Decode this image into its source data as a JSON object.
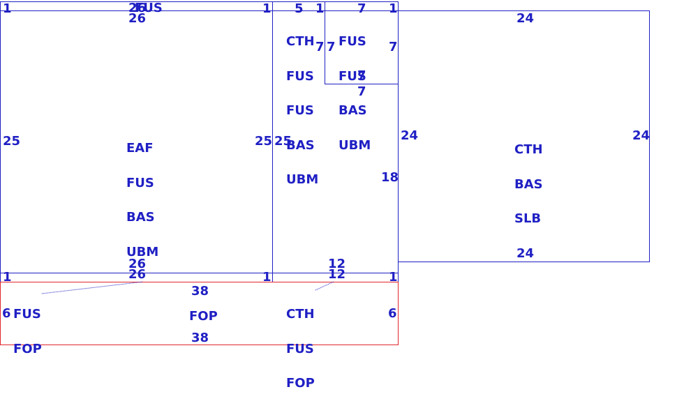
{
  "panels": {
    "large_left": {
      "labels": [
        "EAF",
        "FUS",
        "BAS",
        "UBM"
      ],
      "dims": {
        "top": "26",
        "bottom": "26",
        "left": "25",
        "right": "25"
      }
    },
    "middle": {
      "labels": [
        "CTH",
        "FUS",
        "FUS",
        "BAS",
        "UBM"
      ],
      "dims": {
        "top": "5",
        "left": "25",
        "right": "18",
        "bottom": "12"
      }
    },
    "middle_inner": {
      "labels": [
        "FUS",
        "FUS",
        "BAS",
        "UBM"
      ],
      "dims": {
        "top": "7",
        "bottom": "7",
        "left": "7",
        "right": "7",
        "below": "7"
      }
    },
    "right": {
      "labels": [
        "CTH",
        "BAS",
        "SLB"
      ],
      "dims": {
        "top": "24",
        "bottom": "24",
        "left": "24",
        "right": "24"
      }
    },
    "top_strip": {
      "labels": [
        "FUS"
      ],
      "dims": {
        "top": "26",
        "left": "1",
        "right": "1",
        "mid_left": "1",
        "mid_right": "1"
      }
    },
    "bottom_strip": {
      "dims": {
        "top_left": "26",
        "top_right": "12",
        "left": "1",
        "right": "1",
        "mid_right": "1"
      }
    },
    "red_bottom": {
      "label": "FOP",
      "left_labels": [
        "FUS",
        "FOP"
      ],
      "mid_labels": [
        "CTH",
        "FUS",
        "FOP"
      ],
      "dims": {
        "top": "38",
        "bottom": "38",
        "left": "6",
        "right": "6"
      }
    }
  },
  "colors": {
    "blue": "#1f1fc4",
    "red": "#e0252b"
  }
}
